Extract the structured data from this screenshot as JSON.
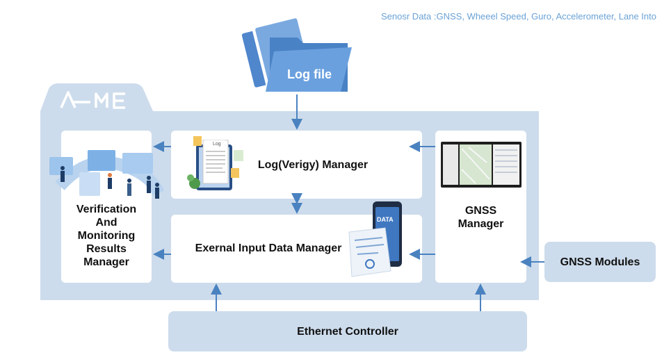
{
  "sensor_note": "Senosr Data :GNSS, Wheeel Speed, Guro, Accelerometer, Lane Into",
  "log_file": {
    "label": "Log file"
  },
  "logo": {
    "text": "A.ME"
  },
  "boxes": {
    "verification": {
      "label_lines": [
        "Verification",
        "And",
        "Monitoring",
        "Results",
        "Manager"
      ]
    },
    "log_manager": {
      "label": "Log(Verigy) Manager",
      "doc_tag": "Log"
    },
    "external_input": {
      "label": "Exernal Input Data Manager",
      "phone_tag": "DATA"
    },
    "gnss_manager": {
      "label_lines": [
        "GNSS",
        "Manager"
      ]
    },
    "gnss_modules": {
      "label": "GNSS Modules"
    },
    "ethernet": {
      "label": "Ethernet Controller"
    }
  },
  "colors": {
    "panel": "#cddcec",
    "arrow": "#4a82c0",
    "folder": "#5a93d6",
    "note": "#6aa2d6"
  }
}
